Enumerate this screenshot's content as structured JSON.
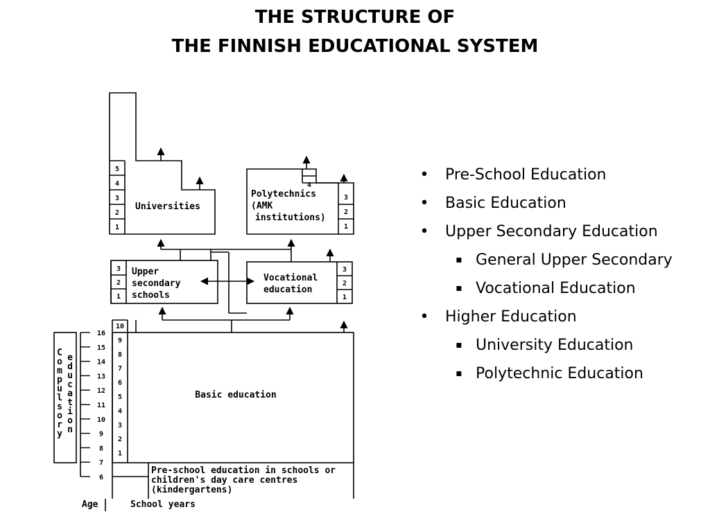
{
  "title": {
    "line1": "THE STRUCTURE OF",
    "line2": "THE FINNISH EDUCATIONAL SYSTEM"
  },
  "diagram": {
    "universities": "Universities",
    "polytechnics": [
      "Polytechnics",
      "(AMK",
      "institutions)"
    ],
    "upper_secondary": [
      "Upper",
      "secondary",
      "schools"
    ],
    "vocational": [
      "Vocational",
      "education"
    ],
    "basic_education": "Basic education",
    "preschool": [
      "Pre-school education in schools or",
      "children's day care centres",
      "(kindergartens)"
    ],
    "compulsory_vertical": [
      "C",
      "o",
      "m",
      "p",
      "u",
      "l",
      "s",
      "o",
      "r",
      "y"
    ],
    "education_vertical": [
      "e",
      "d",
      "u",
      "c",
      "a",
      "t",
      "i",
      "o",
      "n"
    ],
    "age_label": "Age",
    "school_years_label": "School years",
    "ages": [
      "16",
      "15",
      "14",
      "13",
      "12",
      "11",
      "10",
      "9",
      "8",
      "7",
      "6"
    ],
    "basic_years": [
      "10",
      "9",
      "8",
      "7",
      "6",
      "5",
      "4",
      "3",
      "2",
      "1"
    ],
    "university_years": [
      "5",
      "4",
      "3",
      "2",
      "1"
    ],
    "poly_years": [
      "4",
      "3",
      "2",
      "1"
    ],
    "upper_years": [
      "3",
      "2",
      "1"
    ],
    "vocational_years": [
      "3",
      "2",
      "1"
    ]
  },
  "bullets": [
    {
      "level": 1,
      "text": "Pre-School Education"
    },
    {
      "level": 1,
      "text": "Basic Education"
    },
    {
      "level": 1,
      "text": "Upper Secondary Education"
    },
    {
      "level": 2,
      "text": "General Upper Secondary"
    },
    {
      "level": 2,
      "text": "Vocational Education"
    },
    {
      "level": 1,
      "text": "Higher Education"
    },
    {
      "level": 2,
      "text": "University Education"
    },
    {
      "level": 2,
      "text": "Polytechnic Education"
    }
  ]
}
